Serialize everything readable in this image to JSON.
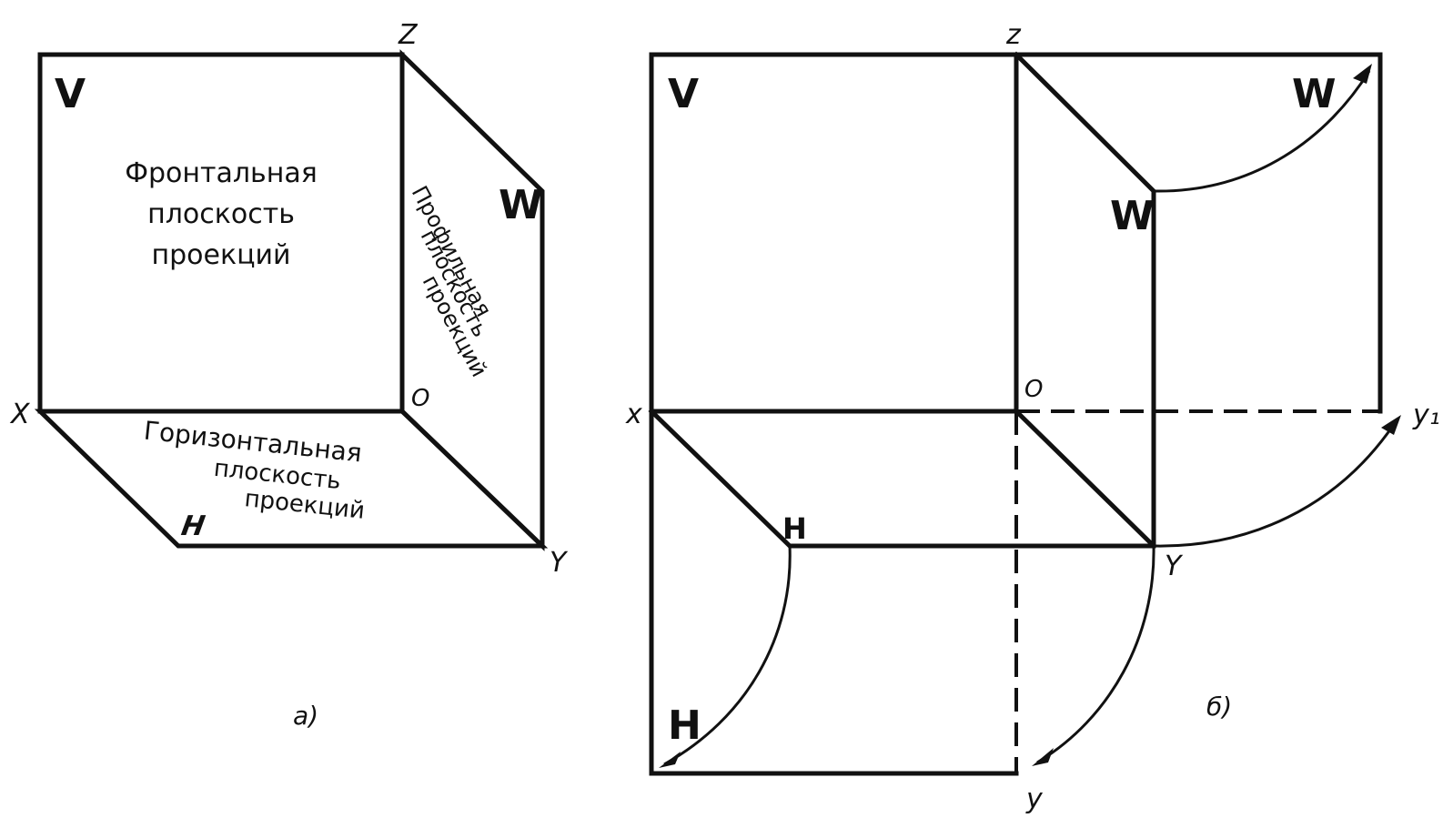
{
  "figure_a": {
    "caption": "а)",
    "planes": {
      "frontal": {
        "letter": "V",
        "lines": [
          "Фронтальная",
          "плоскость",
          "проекций"
        ]
      },
      "profile": {
        "letter": "W",
        "lines": [
          "Профильная",
          "плоскость",
          "проекций"
        ]
      },
      "horizontal": {
        "letter": "H",
        "lines": [
          "Горизонтальная",
          "плоскость",
          "проекций"
        ]
      }
    },
    "axes": {
      "x": "X",
      "y": "Y",
      "z": "Z",
      "origin": "O"
    }
  },
  "figure_b": {
    "caption": "б)",
    "planes": {
      "v": "V",
      "w_folded": "W",
      "w_unfolded": "W",
      "h_folded": "H",
      "h_unfolded": "H"
    },
    "axes": {
      "x": "x",
      "z": "z",
      "origin": "O",
      "y_on_h": "Y",
      "y": "y",
      "y1": "y₁"
    }
  }
}
